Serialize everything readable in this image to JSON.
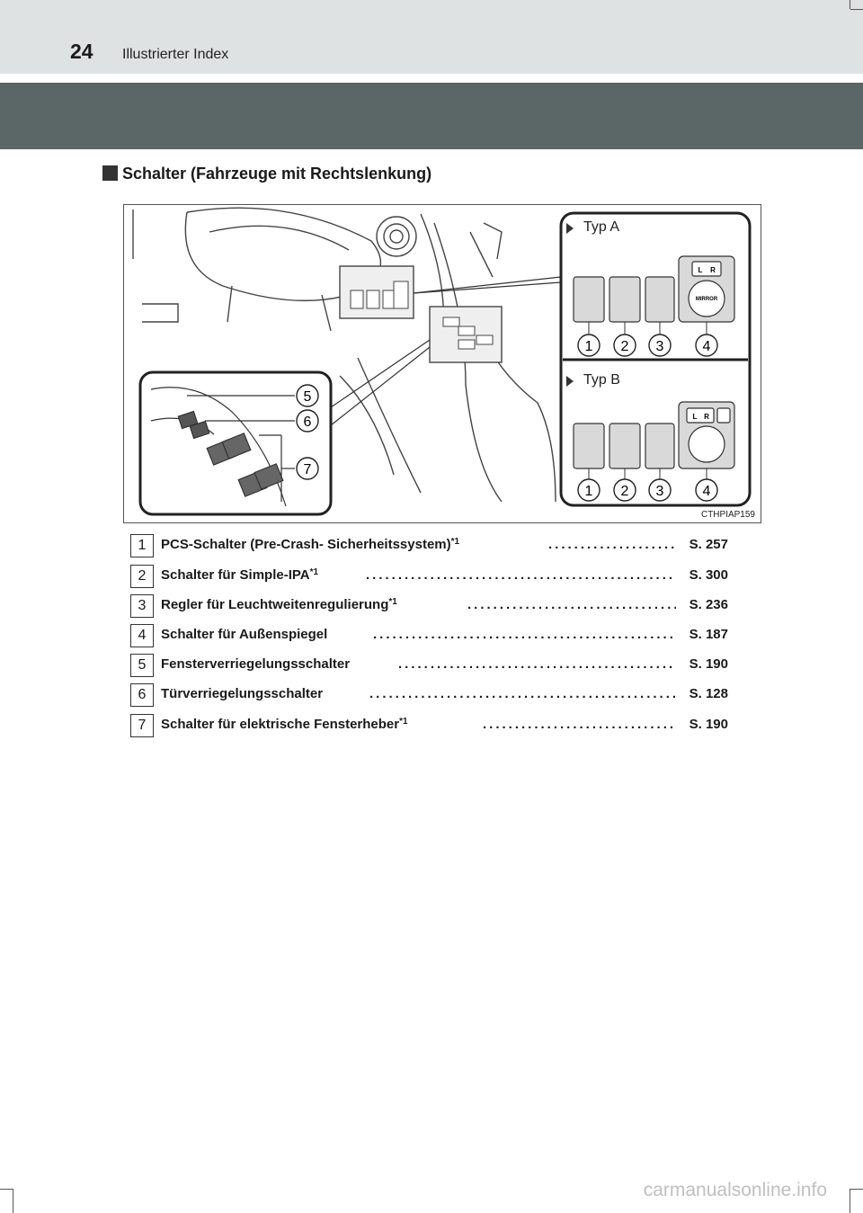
{
  "header": {
    "page_number": "24",
    "title": "Illustrierter Index"
  },
  "section": {
    "title": "Schalter (Fahrzeuge mit Rechtslenkung)"
  },
  "figure": {
    "code": "CTHPIAP159",
    "typ_a_label": "Typ A",
    "typ_b_label": "Typ B",
    "callouts_top": [
      "1",
      "2",
      "3",
      "4"
    ],
    "callouts_bottom": [
      "1",
      "2",
      "3",
      "4"
    ],
    "callouts_inset": [
      "5",
      "6",
      "7"
    ],
    "mirror_text": "MIRROR",
    "lr_left": "L",
    "lr_right": "R"
  },
  "items": [
    {
      "num": "1",
      "label": "PCS-Schalter (Pre-Crash- Sicherheitssystem)",
      "note": "*1",
      "page": "S. 257"
    },
    {
      "num": "2",
      "label": "Schalter für Simple-IPA",
      "note": "*1",
      "page": "S. 300"
    },
    {
      "num": "3",
      "label": "Regler für Leuchtweitenregulierung",
      "note": "*1",
      "page": "S. 236"
    },
    {
      "num": "4",
      "label": "Schalter für Außenspiegel",
      "note": "",
      "page": "S. 187"
    },
    {
      "num": "5",
      "label": "Fensterverriegelungsschalter",
      "note": "",
      "page": "S. 190"
    },
    {
      "num": "6",
      "label": "Türverriegelungsschalter",
      "note": "",
      "page": "S. 128"
    },
    {
      "num": "7",
      "label": "Schalter für elektrische Fensterheber",
      "note": "*1",
      "page": "S. 190"
    }
  ],
  "footer": {
    "watermark": "carmanualsonline.info"
  },
  "colors": {
    "header_bg": "#dfe2e3",
    "band_bg": "#5b6666",
    "button_fill": "#d9d9d9"
  }
}
